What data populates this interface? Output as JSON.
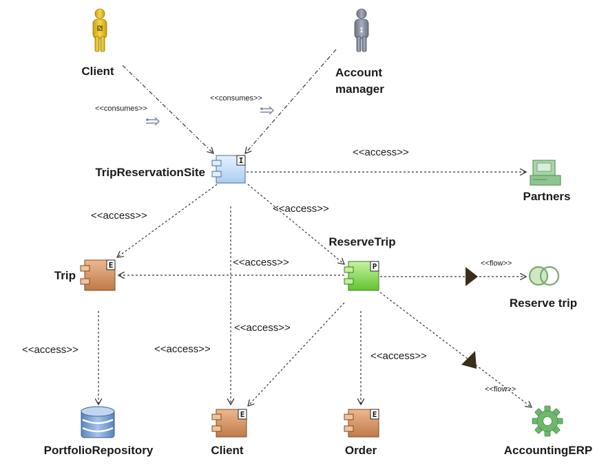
{
  "nodes": {
    "client_actor": "Client",
    "account_manager": [
      "Account",
      "manager"
    ],
    "trip_reservation_site": "TripReservationSite",
    "partners": "Partners",
    "reserve_trip_component": "ReserveTrip",
    "trip": "Trip",
    "reserve_trip_flow": "Reserve trip",
    "portfolio_repository": "PortfolioRepository",
    "client_entity": "Client",
    "order": "Order",
    "accounting_erp": "AccountingERP"
  },
  "stereotypes": {
    "consumes": "<<consumes>>",
    "access": "<<access>>",
    "flow": "<<flow>>"
  },
  "badges": {
    "interface": "I",
    "entity": "E",
    "process": "P"
  },
  "icons": {
    "actor_client": "client-actor-icon",
    "actor_manager": "account-manager-actor-icon",
    "component": "component-icon",
    "partners": "partner-terminal-icon",
    "flow": "flow-rings-icon",
    "database": "database-icon",
    "erp": "gear-icon"
  },
  "colors": {
    "client_actor": "#e8c42a",
    "manager_actor": "#8c93a6",
    "interface_component": "#cfe5fa",
    "entity_component": "#d89a6a",
    "process_component": "#8ee05a",
    "partners": "#7fb77f",
    "flow_rings": "#a9d39b",
    "database": "#7a9fd0",
    "gear": "#6db86d"
  }
}
